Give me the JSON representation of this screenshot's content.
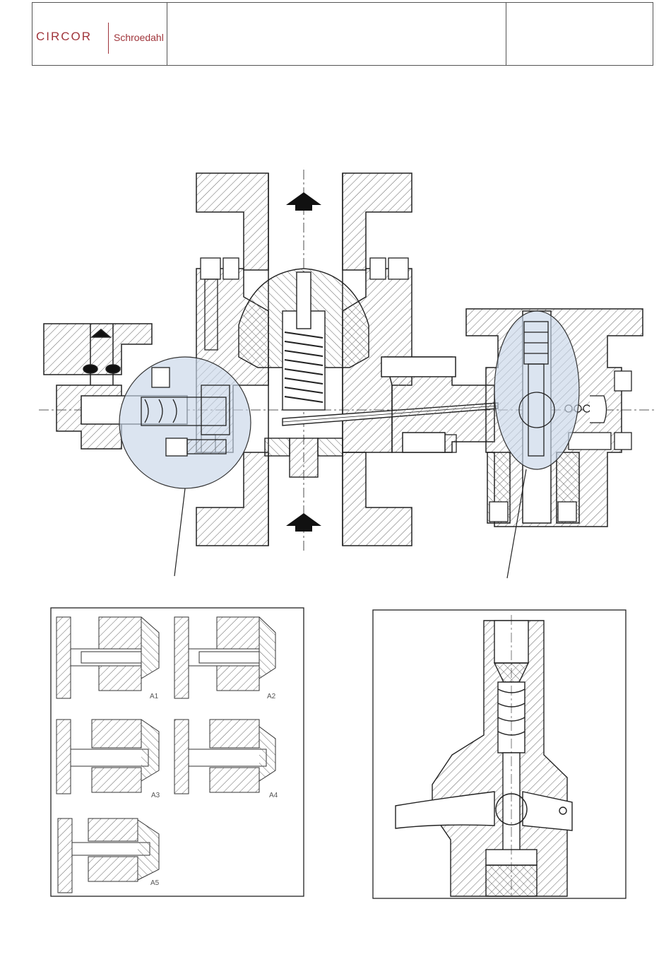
{
  "header": {
    "logo": {
      "brand": "CIRCOR",
      "sub_brand": "Schroedahl"
    }
  },
  "detail_panels": {
    "variant_labels": [
      "A1",
      "A2",
      "A3",
      "A4",
      "A5"
    ]
  },
  "colors": {
    "brand": "#a0353b",
    "highlight": "#c8d6e8",
    "line": "#222222",
    "hatch": "#555555"
  },
  "icons": [
    "circor-logo",
    "flow-arrow-icon",
    "highlight-circle",
    "hatched-section"
  ]
}
